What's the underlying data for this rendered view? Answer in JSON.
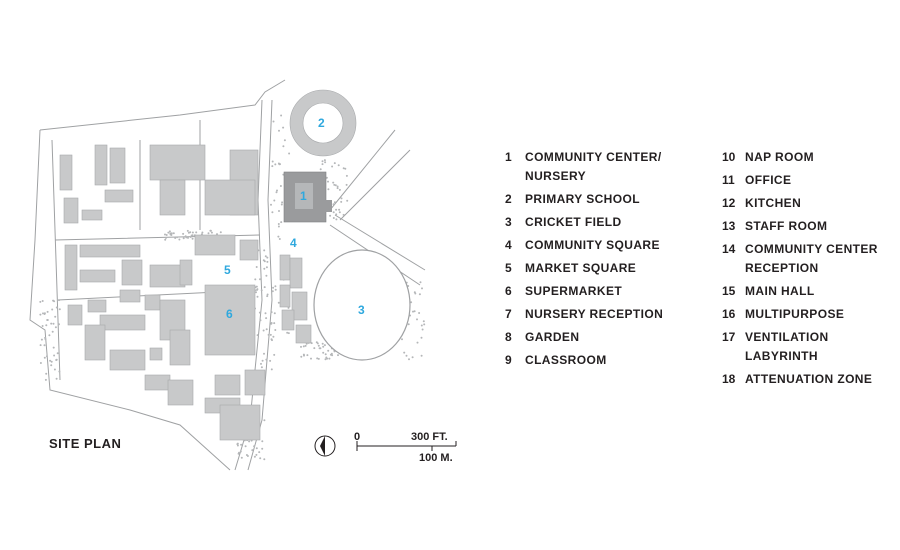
{
  "title": "SITE PLAN",
  "colors": {
    "building": "#c8c9ca",
    "building_dark": "#9a9b9d",
    "line": "#9fa1a3",
    "label_blue": "#2ea8de",
    "text": "#231f20"
  },
  "map_labels": [
    {
      "num": "1"
    },
    {
      "num": "2"
    },
    {
      "num": "3"
    },
    {
      "num": "4"
    },
    {
      "num": "5"
    },
    {
      "num": "6"
    }
  ],
  "scale": {
    "zero": "0",
    "feet": "300 FT.",
    "meters": "100 M."
  },
  "north_arrow_icon": "north-arrow-icon",
  "legend": {
    "left": [
      {
        "num": "1",
        "text": "COMMUNITY CENTER/\nNURSERY"
      },
      {
        "num": "2",
        "text": "PRIMARY SCHOOL"
      },
      {
        "num": "3",
        "text": "CRICKET FIELD"
      },
      {
        "num": "4",
        "text": "COMMUNITY SQUARE"
      },
      {
        "num": "5",
        "text": "MARKET SQUARE"
      },
      {
        "num": "6",
        "text": "SUPERMARKET"
      },
      {
        "num": "7",
        "text": "NURSERY RECEPTION"
      },
      {
        "num": "8",
        "text": "GARDEN"
      },
      {
        "num": "9",
        "text": "CLASSROOM"
      }
    ],
    "right": [
      {
        "num": "10",
        "text": "NAP ROOM"
      },
      {
        "num": "11",
        "text": "OFFICE"
      },
      {
        "num": "12",
        "text": "KITCHEN"
      },
      {
        "num": "13",
        "text": "STAFF ROOM"
      },
      {
        "num": "14",
        "text": "COMMUNITY CENTER\nRECEPTION"
      },
      {
        "num": "15",
        "text": "MAIN HALL"
      },
      {
        "num": "16",
        "text": "MULTIPURPOSE"
      },
      {
        "num": "17",
        "text": "VENTILATION\nLABYRINTH"
      },
      {
        "num": "18",
        "text": "ATTENUATION ZONE"
      }
    ]
  }
}
